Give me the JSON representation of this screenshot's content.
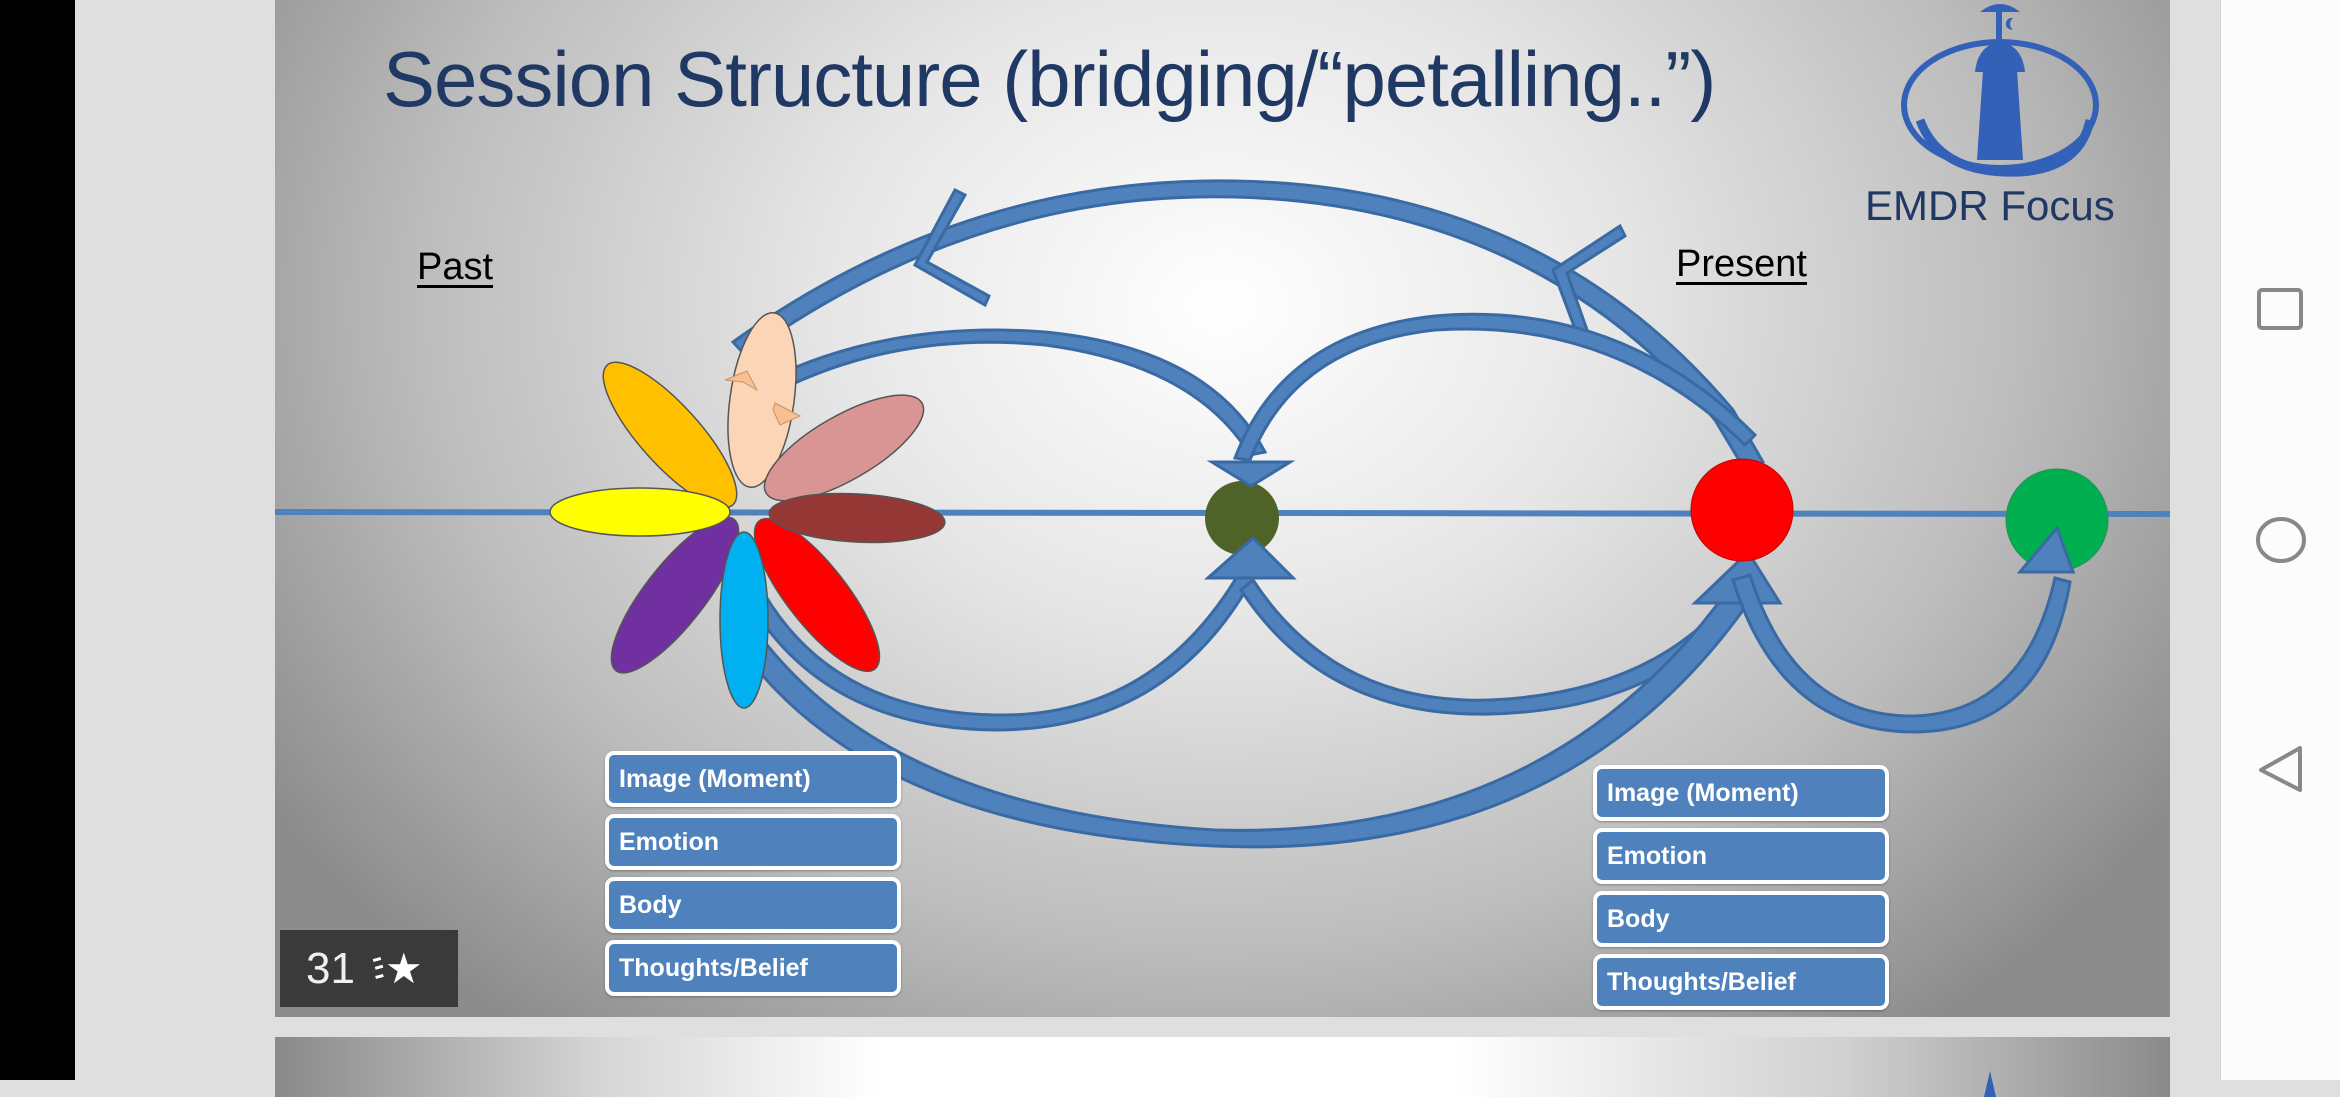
{
  "app": {
    "slide_number": "31",
    "favorite_icon": "star-icon"
  },
  "slide": {
    "title": "Session Structure (bridging/“petalling..”)",
    "logo_text": "EMDR Focus",
    "labels": {
      "past": "Past",
      "present": "Present"
    },
    "past_boxes": [
      "Image (Moment)",
      "Emotion",
      "Body",
      "Thoughts/Belief"
    ],
    "present_boxes": [
      "Image (Moment)",
      "Emotion",
      "Body",
      "Thoughts/Belief"
    ],
    "colors": {
      "title": "#1f3864",
      "arrow": "#4f81bd",
      "arrow_stroke": "#3a6aa3",
      "timeline": "#4f81bd",
      "box_fill": "#4f81bd",
      "node_mid": "#4f6228",
      "node_present": "#ff0000",
      "node_future": "#00b050"
    },
    "petals": [
      {
        "name": "yellow",
        "color": "#ffff00"
      },
      {
        "name": "orange",
        "color": "#ffc000"
      },
      {
        "name": "peach",
        "color": "#fbd5b5"
      },
      {
        "name": "pink",
        "color": "#d99594"
      },
      {
        "name": "maroon",
        "color": "#953735"
      },
      {
        "name": "red",
        "color": "#ff0000"
      },
      {
        "name": "cyan",
        "color": "#00b0f0"
      },
      {
        "name": "purple",
        "color": "#7030a0"
      }
    ]
  },
  "navbar": {
    "recents": "recents-button",
    "home": "home-button",
    "back": "back-button"
  }
}
